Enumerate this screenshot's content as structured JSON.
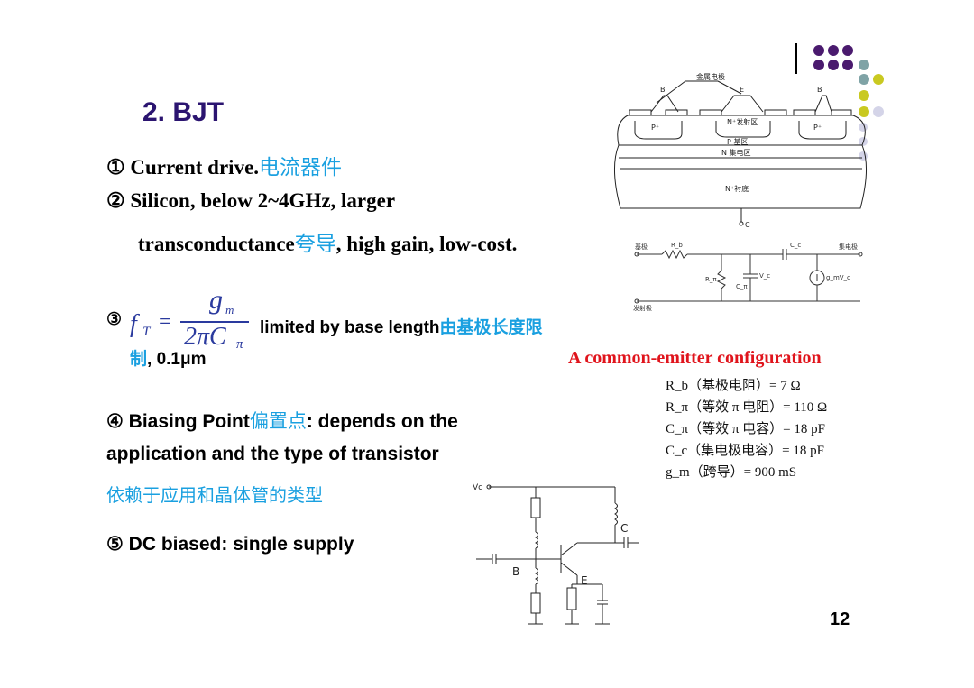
{
  "title": "2. BJT",
  "items": {
    "i1_num": "①",
    "i1_text": "Current drive.",
    "i1_cn": "电流器件",
    "i2_num": "②",
    "i2_text": "Silicon, below 2~4GHz, larger",
    "i2_text2": "transconductance",
    "i2_cn": "夸导",
    "i2_text3": ", high gain, low-cost.",
    "i3_num": "③",
    "i3_formula_lhs": "f",
    "i3_formula_sub": "T",
    "i3_formula_num": "g",
    "i3_formula_num_sub": "m",
    "i3_formula_den": "2πC",
    "i3_formula_den_sub": "π",
    "i3_text": "limited by base length",
    "i3_cn": "由基极长度限",
    "i3_cn2": "制",
    "i3_text2": ", 0.1μm",
    "i4_num": "④",
    "i4_text": "Biasing Point",
    "i4_cn": "偏置点",
    "i4_text2": ": depends on the",
    "i4_text3": "application and the type of transistor",
    "i4_cn2": "依赖于应用和晶体管的类型",
    "i5_num": "⑤",
    "i5_text": "DC biased: single supply"
  },
  "figure_caption": "A common-emitter configuration",
  "params": [
    "R_b（基极电阻）= 7 Ω",
    "R_π（等效 π 电阻）= 110 Ω",
    "C_π（等效 π 电容）= 18 pF",
    "C_c（集电极电容）= 18 pF",
    "g_m（跨导）= 900 mS"
  ],
  "cross_section": {
    "top_label": "金属电极",
    "b_left": "B",
    "e": "E",
    "b_right": "B",
    "p_left": "P⁺",
    "n_emitter": "N⁺发射区",
    "p_right": "P⁺",
    "p_base": "P 基区",
    "n_collector": "N 集电区",
    "n_substrate": "N⁺衬底",
    "c": "C"
  },
  "small_signal": {
    "base": "基极",
    "rb": "R_b",
    "cc": "C_c",
    "collector": "集电极",
    "rpi": "R_π",
    "cpi": "C_π",
    "vc": "V_c",
    "gm": "g_mV_c",
    "emitter": "发射极"
  },
  "bias_circuit": {
    "vcc": "Vc",
    "c": "C",
    "b": "B",
    "e": "E"
  },
  "page_number": "12",
  "colors": {
    "title": "#2b1470",
    "chinese": "#1aa0e0",
    "caption": "#e0141c",
    "dot_purple": "#4a1a6e",
    "dot_teal": "#7fa3a6",
    "dot_yellow": "#c9c921",
    "dot_lavender": "#d4d4e8"
  }
}
